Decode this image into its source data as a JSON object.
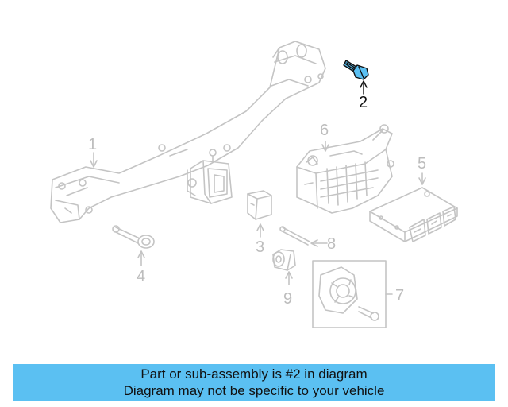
{
  "diagram": {
    "callouts": {
      "c1": "1",
      "c2": "2",
      "c3": "3",
      "c4": "4",
      "c5": "5",
      "c6": "6",
      "c7": "7",
      "c8": "8",
      "c9": "9"
    },
    "highlighted_callout": "2",
    "colors": {
      "line": "#c4c4c4",
      "highlight_part": "#5bc0f2",
      "highlight_outline": "#111111"
    }
  },
  "banner": {
    "line1": "Part or sub-assembly is #2 in diagram",
    "line2": "Diagram may not be specific to your vehicle",
    "background": "#5bc0f2"
  }
}
